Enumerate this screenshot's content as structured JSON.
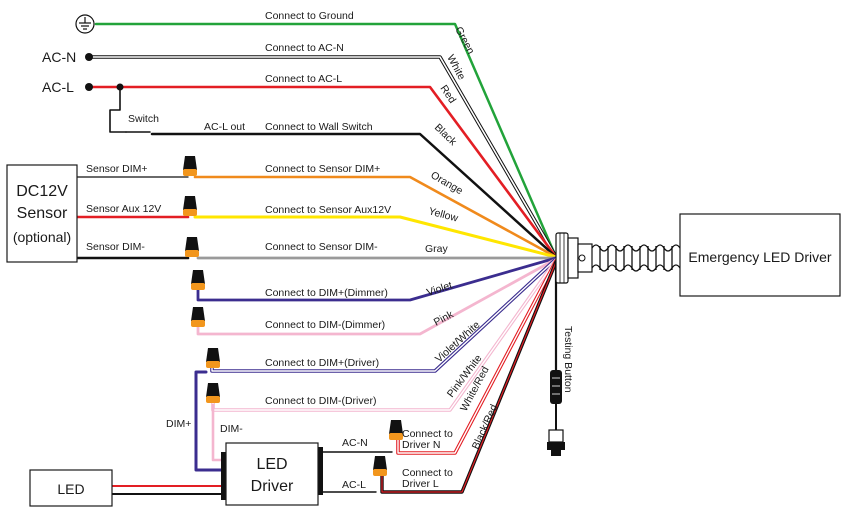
{
  "colors": {
    "green": "#22a33a",
    "black": "#111111",
    "red": "#e31e24",
    "orange": "#f08a1c",
    "yellow": "#ffe600",
    "gray": "#9a9a9a",
    "violet": "#3b2d8f",
    "pink": "#f4b6cf",
    "nut": "#f2961d"
  },
  "left_terminals": {
    "ac_n": "AC-N",
    "ac_l": "AC-L",
    "switch": "Switch",
    "ac_l_out": "AC-L out"
  },
  "sensor_box": {
    "line1": "DC12V",
    "line2": "Sensor",
    "line3": "(optional)",
    "pin_dim_plus": "Sensor DIM+",
    "pin_aux": "Sensor Aux 12V",
    "pin_dim_minus": "Sensor DIM-"
  },
  "connections": [
    {
      "label": "Connect to Ground",
      "wire": "Green"
    },
    {
      "label": "Connect to AC-N",
      "wire": "White"
    },
    {
      "label": "Connect to AC-L",
      "wire": "Red"
    },
    {
      "label": "Connect to Wall Switch",
      "wire": "Black"
    },
    {
      "label": "Connect to Sensor DIM+",
      "wire": "Orange"
    },
    {
      "label": "Connect to Sensor Aux12V",
      "wire": "Yellow"
    },
    {
      "label": "Connect to Sensor DIM-",
      "wire": "Gray"
    },
    {
      "label": "Connect to DIM+(Dimmer)",
      "wire": "Violet"
    },
    {
      "label": "Connect to DIM-(Dimmer)",
      "wire": "Pink"
    },
    {
      "label": "Connect to DIM+(Driver)",
      "wire": "Violet/White"
    },
    {
      "label": "Connect to  DIM-(Driver)",
      "wire": "Pink/White"
    }
  ],
  "driver_wires": {
    "white_red": "White/Red",
    "black_red": "Black/Red",
    "connect_n1": "Connect to",
    "connect_n2": "Driver N",
    "connect_l1": "Connect to",
    "connect_l2": "Driver L",
    "ac_n": "AC-N",
    "ac_l": "AC-L"
  },
  "led_driver": {
    "line1": "LED",
    "line2": "Driver",
    "dim_plus": "DIM+",
    "dim_minus": "DIM-"
  },
  "led": {
    "label": "LED"
  },
  "emergency": {
    "label": "Emergency LED Driver",
    "testing": "Testing Button"
  }
}
